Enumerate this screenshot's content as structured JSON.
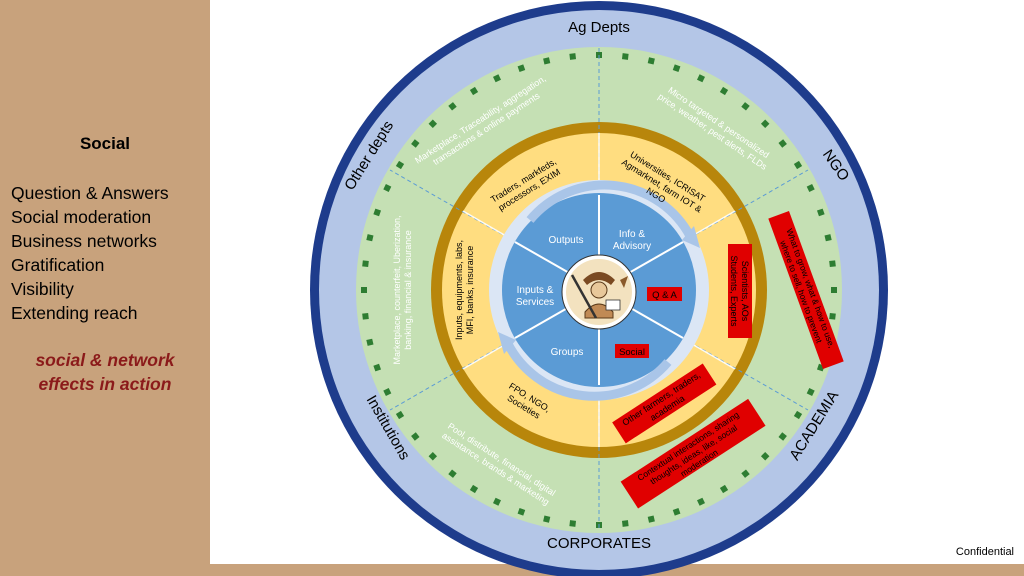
{
  "sidebar": {
    "title": "Social",
    "items": [
      "Question & Answers",
      "Social moderation",
      "Business networks",
      "Gratification",
      "Visibility",
      "Extending reach"
    ],
    "tagline": "social & network\neffects in action"
  },
  "footer": {
    "confidential": "Confidential"
  },
  "outer_ring": {
    "top": "Ag Depts",
    "top_left": "Other depts",
    "top_right": "NGO",
    "bottom_left": "Institutions",
    "bottom_right": "ACADEMIA",
    "bottom": "CORPORATES"
  },
  "green_ring": {
    "top_left": [
      "Marketplace, Traceability, aggregation,",
      "transactions & online payments"
    ],
    "top_right": [
      "Micro targeted & personalized",
      "price, weather, pest alerts, FLDs"
    ],
    "left": [
      "Marketplace, counterfeit, Uberization,",
      "banking, financial & insurance"
    ],
    "bottom_left": [
      "Pool, distribute, financial, digital",
      "assistance, brands & marketing"
    ]
  },
  "red_labels": {
    "right_vertical": [
      "What to grow, what & how to use,",
      "where to sell, how to prevent"
    ],
    "bottom_right": [
      "Contextual interactions, sharing",
      "thoughts, ideas, like, social",
      "moderation"
    ]
  },
  "yellow_ring": {
    "top_left": [
      "Traders, markfeds,",
      "processors, EXIM"
    ],
    "top_right": [
      "Universities, ICRISAT",
      "Agmarknet, farm IOT &",
      "NGO"
    ],
    "left": [
      "Inputs, equipments, labs,",
      "MFI, banks, insurance"
    ],
    "bottom_left": [
      "FPO, NGO,",
      "Societies"
    ]
  },
  "yellow_red_labels": {
    "right": [
      "Scientists, AOs",
      "Students, Experts"
    ],
    "bottom_right": [
      "Other farmers, traders,",
      "academia"
    ]
  },
  "inner_circle": {
    "outputs": "Outputs",
    "info": [
      "Info &",
      "Advisory"
    ],
    "inputs": [
      "Inputs &",
      "Services"
    ],
    "qa": "Q & A",
    "groups": "Groups",
    "social": "Social",
    "center_icon": "farmer-scholar-icon"
  },
  "colors": {
    "sidebar": "#c8a27c",
    "outer_ring": "#1e3c8c",
    "blue_ring": "#b4c6e7",
    "green_ring": "#c5e0b4",
    "gold_ring": "#b8860b",
    "yellow": "#ffdd80",
    "inner_blue": "#5b9bd5",
    "red_label": "#e00000",
    "tagline": "#8b1a1a"
  }
}
